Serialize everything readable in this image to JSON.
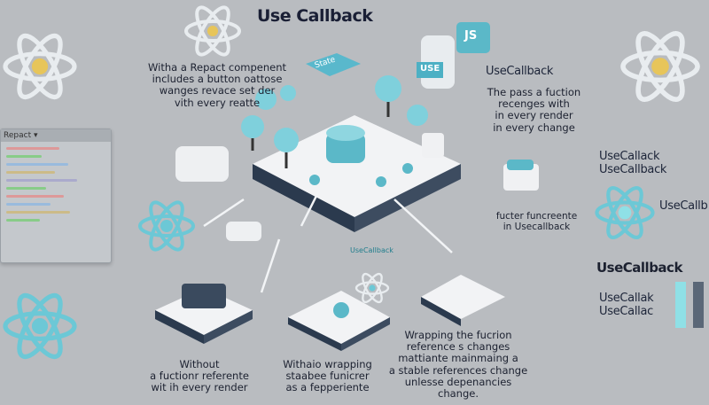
{
  "title": "Use Callback",
  "left_block": [
    "Witha a Repact compenent",
    "includes a button oattose",
    "wanges revace set der",
    "vith every reatte"
  ],
  "labels": {
    "state": "State",
    "use": "USE",
    "js": "JS",
    "center_usecallback": "UseCallback"
  },
  "right_top": {
    "heading": "UseCallback",
    "lines": [
      "The pass a fuction",
      "recenges with",
      "in every render",
      "in every change"
    ]
  },
  "right_mid": [
    "fucter funcreente",
    "in  Usecallback"
  ],
  "far_right": {
    "list1": [
      "UseCallack",
      "UseCallback"
    ],
    "atom_label": "UseCallb",
    "heading": "UseCallback",
    "list2": [
      "UseCallak",
      "UseCallac"
    ]
  },
  "code_panel": {
    "title": "Repact ▾"
  },
  "bottom": {
    "left": [
      "Without",
      "a fuctionr referente",
      "wit ih every render"
    ],
    "middle": [
      "Withaio wrapping",
      "staabee funicrer",
      "as a fepperiente"
    ],
    "right": [
      "Wrapping the fucrion",
      "reference s changes",
      "mattiante mainmaing a",
      "a stable references change",
      "unlesse depenancies change."
    ]
  },
  "colors": {
    "background": "#b9bcc0",
    "accent": "#6cc8d6",
    "text": "#1c2130",
    "platform": "#f2f3f5",
    "dark": "#2b3a4e"
  }
}
